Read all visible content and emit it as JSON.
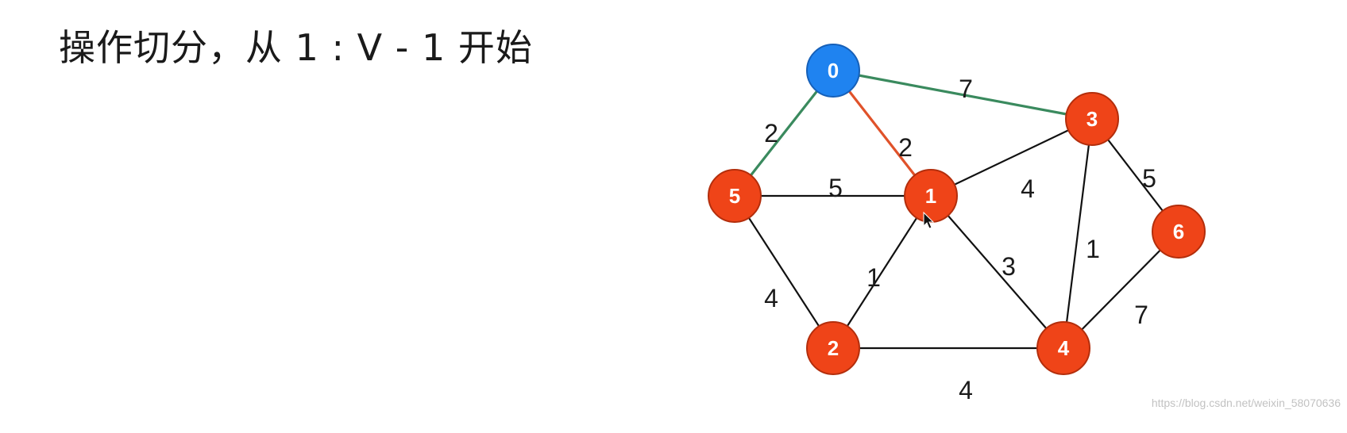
{
  "title": "操作切分，从 1 : V - 1 开始",
  "watermark": "https://blog.csdn.net/weixin_58070636",
  "colors": {
    "source_node": "#1f83f0",
    "node": "#ef4418",
    "node_stroke": "#b32e0c",
    "crossing_edge": "#3a8a5e",
    "min_crossing_edge": "#e0522a",
    "edge": "#111111"
  },
  "graph": {
    "nodes": [
      {
        "id": "0",
        "label": "0",
        "kind": "source"
      },
      {
        "id": "1",
        "label": "1",
        "kind": "normal"
      },
      {
        "id": "2",
        "label": "2",
        "kind": "normal"
      },
      {
        "id": "3",
        "label": "3",
        "kind": "normal"
      },
      {
        "id": "4",
        "label": "4",
        "kind": "normal"
      },
      {
        "id": "5",
        "label": "5",
        "kind": "normal"
      },
      {
        "id": "6",
        "label": "6",
        "kind": "normal"
      }
    ],
    "edges": [
      {
        "from": "0",
        "to": "3",
        "weight": "7",
        "kind": "crossing"
      },
      {
        "from": "0",
        "to": "5",
        "weight": "2",
        "kind": "crossing"
      },
      {
        "from": "0",
        "to": "1",
        "weight": "2",
        "kind": "min-crossing"
      },
      {
        "from": "5",
        "to": "1",
        "weight": "5",
        "kind": "normal"
      },
      {
        "from": "1",
        "to": "3",
        "weight": "4",
        "kind": "normal"
      },
      {
        "from": "3",
        "to": "6",
        "weight": "5",
        "kind": "normal"
      },
      {
        "from": "3",
        "to": "4",
        "weight": "1",
        "kind": "normal"
      },
      {
        "from": "1",
        "to": "4",
        "weight": "3",
        "kind": "normal"
      },
      {
        "from": "1",
        "to": "2",
        "weight": "1",
        "kind": "normal"
      },
      {
        "from": "5",
        "to": "2",
        "weight": "4",
        "kind": "normal"
      },
      {
        "from": "6",
        "to": "4",
        "weight": "7",
        "kind": "normal"
      },
      {
        "from": "2",
        "to": "4",
        "weight": "4",
        "kind": "normal"
      }
    ]
  }
}
